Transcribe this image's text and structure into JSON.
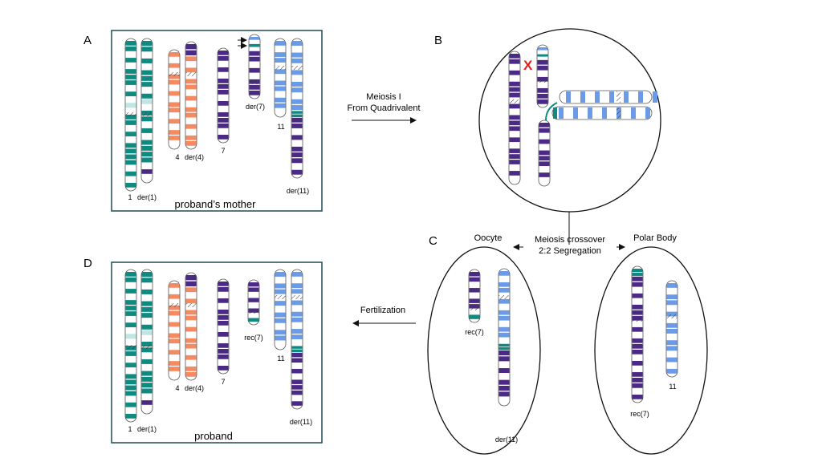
{
  "panels": {
    "a": {
      "letter": "A",
      "caption": "proband’s mother",
      "labels": [
        "1",
        "der(1)",
        "4",
        "der(4)",
        "7",
        "der(7)",
        "11",
        "der(11)"
      ]
    },
    "b": {
      "letter": "B",
      "cross_mark": "X"
    },
    "c": {
      "letter": "C",
      "oocyte_title": "Oocyte",
      "polar_title": "Polar Body",
      "oocyte_labels": [
        "rec(7)",
        "der(11)"
      ],
      "polar_labels": [
        "rec(7)",
        "11"
      ]
    },
    "d": {
      "letter": "D",
      "caption": "proband",
      "labels": [
        "1",
        "der(1)",
        "4",
        "der(4)",
        "7",
        "rec(7)",
        "11",
        "der(11)"
      ]
    }
  },
  "arrows": {
    "meiosis1_line1": "Meiosis I",
    "meiosis1_line2": "From Quadrivalent",
    "crossover_line1": "Meiosis crossover",
    "crossover_line2": "2:2 Segregation",
    "fertilization": "Fertilization"
  },
  "colors": {
    "chr1": "#0f8a80",
    "chr4": "#f5895f",
    "chr7": "#4b2a86",
    "chr11": "#6b9ae6",
    "panel_border": "#1f4a52",
    "cross": "#e02020"
  }
}
